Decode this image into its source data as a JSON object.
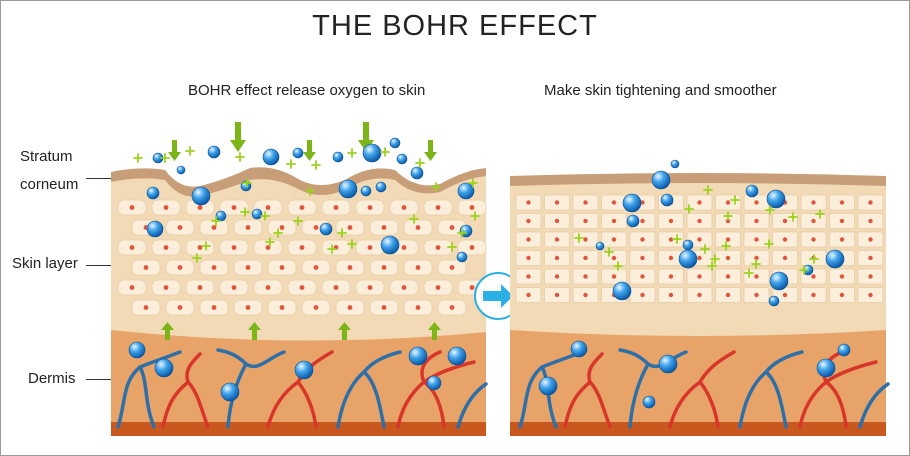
{
  "title": "THE BOHR EFFECT",
  "left_caption": "BOHR effect release oxygen to skin",
  "right_caption": "Make skin tightening and smoother",
  "labels": {
    "stratum_line1": "Stratum",
    "stratum_line2": "corneum",
    "skin_layer": "Skin layer",
    "dermis": "Dermis"
  },
  "colors": {
    "stratum": "#c9a07a",
    "epidermis": "#f1d9b5",
    "cell": "#fbeed9",
    "nucleus": "#e2553a",
    "dermis": "#e9a86d",
    "vessel_red": "#d8362a",
    "vessel_blue": "#2f6fa8",
    "bubble": "#1e88d8",
    "plus": "#9bd31b",
    "arrow": "#7cb518",
    "transition": "#2ab0e4"
  }
}
